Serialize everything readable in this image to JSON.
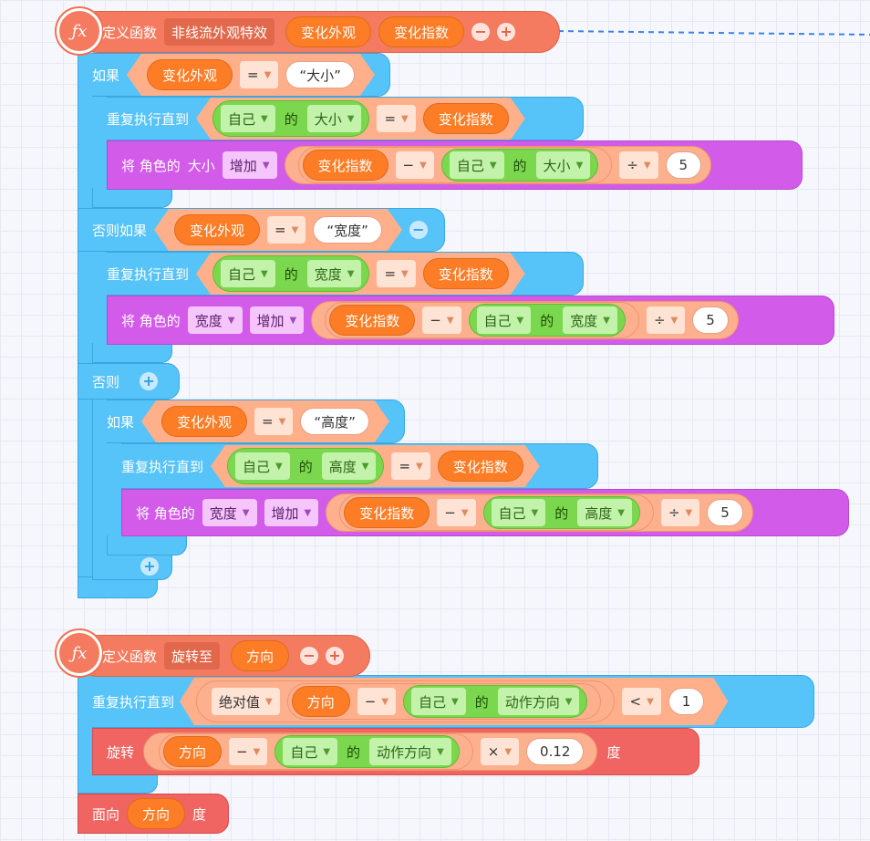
{
  "func1": {
    "icon": "fx-icon",
    "define_label": "定义函数",
    "name": "非线流外观特效",
    "param1": "变化外观",
    "param2": "变化指数",
    "minus": "−",
    "plus": "+",
    "if1": {
      "label": "如果",
      "var": "变化外观",
      "op": "=",
      "value": "“大小”",
      "repeat_label": "重复执行直到",
      "self": "自己",
      "of": "的",
      "prop": "大小",
      "eq": "=",
      "target": "变化指数",
      "inc_prefix": "将 角色的",
      "inc_prop": "大小",
      "inc_op": "增加",
      "expr_var": "变化指数",
      "minus_op": "−",
      "div_op": "÷",
      "divisor": "5"
    },
    "elseif": {
      "label": "否则如果",
      "var": "变化外观",
      "op": "=",
      "value": "“宽度”",
      "repeat_label": "重复执行直到",
      "self": "自己",
      "of": "的",
      "prop": "宽度",
      "eq": "=",
      "target": "变化指数",
      "inc_prefix": "将 角色的",
      "inc_prop": "宽度",
      "inc_op": "增加",
      "expr_var": "变化指数",
      "minus_op": "−",
      "div_op": "÷",
      "divisor": "5"
    },
    "else_label": "否则",
    "if2": {
      "label": "如果",
      "var": "变化外观",
      "op": "=",
      "value": "“高度”",
      "repeat_label": "重复执行直到",
      "self": "自己",
      "of": "的",
      "prop": "高度",
      "eq": "=",
      "target": "变化指数",
      "inc_prefix": "将 角色的",
      "inc_prop": "宽度",
      "inc_op": "增加",
      "expr_var": "变化指数",
      "minus_op": "−",
      "div_op": "÷",
      "divisor": "5"
    }
  },
  "func2": {
    "icon": "fx-icon",
    "define_label": "定义函数",
    "name": "旋转至",
    "param1": "方向",
    "minus": "−",
    "plus": "+",
    "repeat_label": "重复执行直到",
    "abs": "绝对值",
    "var": "方向",
    "minus_op": "−",
    "self": "自己",
    "of": "的",
    "prop": "动作方向",
    "lt": "<",
    "limit": "1",
    "rotate_label": "旋转",
    "mul_op": "×",
    "factor": "0.12",
    "degree": "度",
    "face_label": "面向",
    "face_var": "方向",
    "face_unit": "度"
  },
  "icons": {
    "chevron": "chevron-down-icon",
    "function": "fx-icon"
  },
  "colors": {
    "function_block": "#f47b60",
    "control_block": "#56c3f9",
    "motion_block": "#d25ce9",
    "rotate_block": "#f06461",
    "variable_pill": "#fd7c26",
    "sensing_pill": "#7bd84e",
    "connector_line": "#3b82e8"
  }
}
